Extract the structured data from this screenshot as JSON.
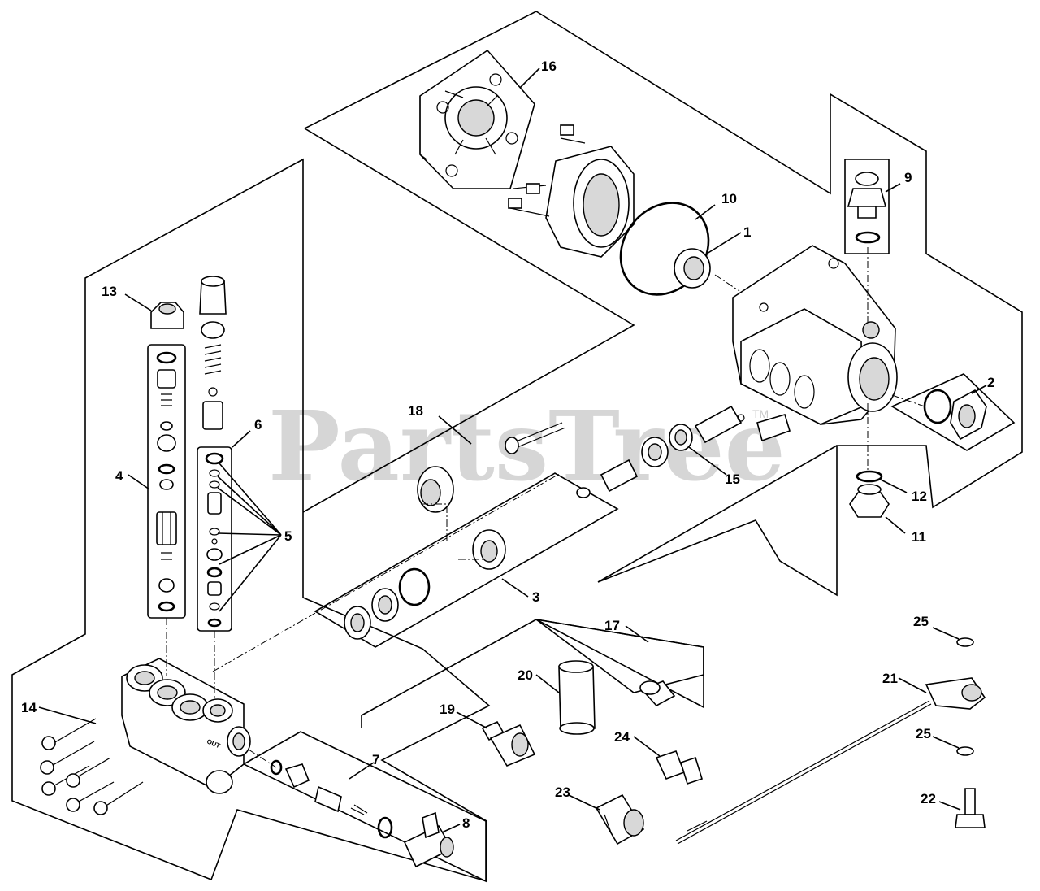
{
  "watermark": {
    "text": "PartsTree",
    "mark": "TM"
  },
  "callouts": [
    {
      "id": "c1",
      "label": "1"
    },
    {
      "id": "c2",
      "label": "2"
    },
    {
      "id": "c3",
      "label": "3"
    },
    {
      "id": "c4",
      "label": "4"
    },
    {
      "id": "c5",
      "label": "5"
    },
    {
      "id": "c6",
      "label": "6"
    },
    {
      "id": "c7",
      "label": "7"
    },
    {
      "id": "c8",
      "label": "8"
    },
    {
      "id": "c9",
      "label": "9"
    },
    {
      "id": "c10",
      "label": "10"
    },
    {
      "id": "c11",
      "label": "11"
    },
    {
      "id": "c12",
      "label": "12"
    },
    {
      "id": "c13",
      "label": "13"
    },
    {
      "id": "c14",
      "label": "14"
    },
    {
      "id": "c15",
      "label": "15"
    },
    {
      "id": "c16",
      "label": "16"
    },
    {
      "id": "c17",
      "label": "17"
    },
    {
      "id": "c18",
      "label": "18"
    },
    {
      "id": "c19",
      "label": "19"
    },
    {
      "id": "c20",
      "label": "20"
    },
    {
      "id": "c21",
      "label": "21"
    },
    {
      "id": "c22",
      "label": "22"
    },
    {
      "id": "c23",
      "label": "23"
    },
    {
      "id": "c24",
      "label": "24"
    },
    {
      "id": "c25a",
      "label": "25"
    },
    {
      "id": "c25b",
      "label": "25"
    }
  ],
  "manifold_mark": "OUT"
}
